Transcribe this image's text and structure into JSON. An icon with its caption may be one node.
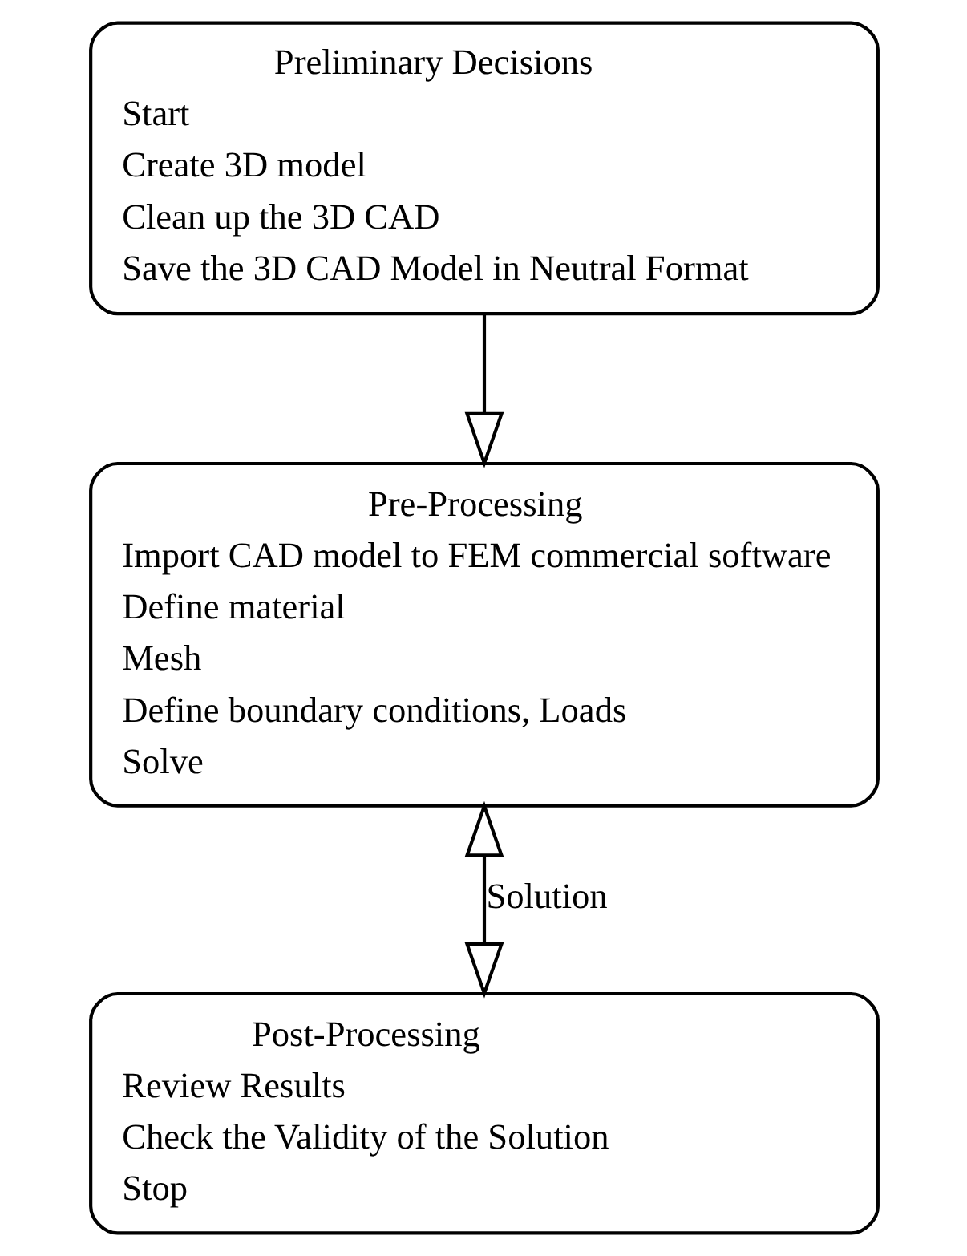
{
  "diagram": {
    "nodes": [
      {
        "text": [
          "Preliminary Decisions",
          "Start",
          "Create 3D model",
          "Clean up the 3D CAD",
          "Save the 3D CAD Model in Neutral Format"
        ]
      },
      {
        "text": [
          "Pre-Processing",
          "Import CAD model to FEM commercial software",
          "Define material",
          "Mesh",
          "Define boundary conditions, Loads",
          "Solve"
        ]
      },
      {
        "text": [
          "Post-Processing",
          "Review Results",
          "Check the Validity of the Solution",
          "Stop"
        ]
      }
    ],
    "edges": [
      {
        "from": 0,
        "to": 1,
        "arrow": "to"
      },
      {
        "from": 1,
        "to": 2,
        "arrow": "both",
        "label": "Solution"
      }
    ]
  }
}
